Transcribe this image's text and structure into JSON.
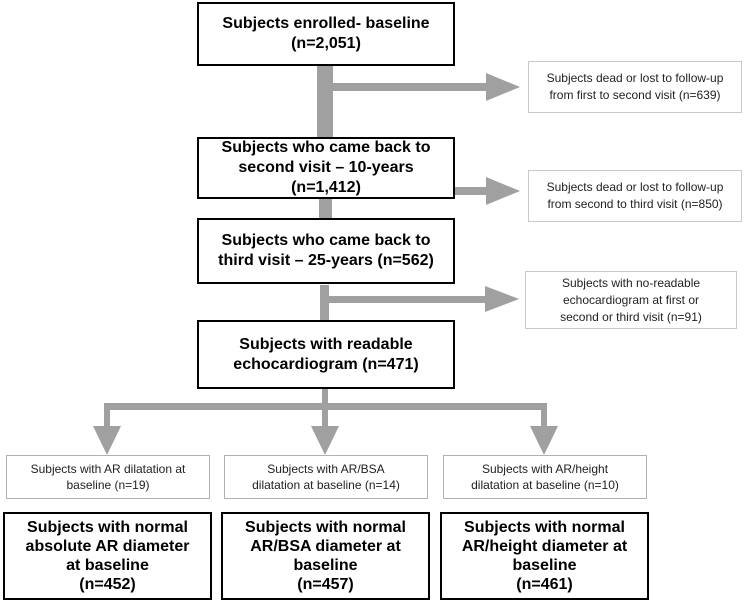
{
  "main_boxes": [
    {
      "lines": [
        "Subjects enrolled- baseline",
        "(n=2,051)"
      ]
    },
    {
      "lines": [
        "Subjects who came back to",
        "second visit – 10-years",
        "(n=1,412)"
      ]
    },
    {
      "lines": [
        "Subjects who came back to",
        "third visit – 25-years (n=562)"
      ]
    },
    {
      "lines": [
        "Subjects  with readable",
        "echocardiogram  (n=471)"
      ]
    }
  ],
  "side_boxes": [
    {
      "lines": [
        "Subjects dead or lost to follow-up",
        "from first to second visit (n=639)"
      ]
    },
    {
      "lines": [
        "Subjects dead  or lost to follow-up",
        "from second to third visit (n=850)"
      ]
    },
    {
      "lines": [
        "Subjects with no-readable",
        "echocardiogram  at first or",
        "second or third visit (n=91)"
      ]
    }
  ],
  "exclusion_boxes": [
    {
      "lines": [
        "Subjects with AR dilatation at",
        "baseline (n=19)"
      ]
    },
    {
      "lines": [
        "Subjects with AR/BSA",
        "dilatation at baseline (n=14)"
      ]
    },
    {
      "lines": [
        "Subjects with AR/height",
        "dilatation at baseline (n=10)"
      ]
    }
  ],
  "final_boxes": [
    {
      "lines": [
        "Subjects with normal",
        "absolute AR diameter",
        "at baseline",
        "(n=452)"
      ]
    },
    {
      "lines": [
        "Subjects with normal",
        "AR/BSA diameter  at",
        "baseline",
        "(n=457)"
      ]
    },
    {
      "lines": [
        "Subjects with normal",
        "AR/height diameter  at",
        "baseline",
        "(n=461)"
      ]
    }
  ],
  "colors": {
    "arrow": "#a0a0a0",
    "main_border": "#000000",
    "side_border": "#c8c8c8"
  }
}
